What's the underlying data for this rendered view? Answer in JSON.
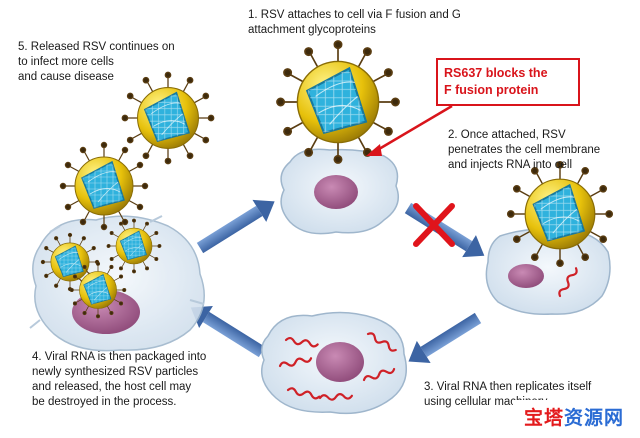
{
  "steps": {
    "step1": "1. RSV attaches to cell via F fusion and G\nattachment glycoproteins",
    "step2": "2. Once attached, RSV\npenetrates the cell membrane\nand injects RNA  into cell",
    "step3": "3. Viral RNA then replicates itself\nusing cellular machinery",
    "step4": "4. Viral RNA is then packaged into\nnewly synthesized RSV particles\nand released, the host cell may\nbe destroyed in the process.",
    "step5": "5. Released RSV continues on\nto infect more cells\nand cause disease"
  },
  "callout": "RS637 blocks the\nF fusion protein",
  "watermark": {
    "part1": "宝塔",
    "part2": "资源网"
  },
  "colors": {
    "arrow": "#4f79b8",
    "block_x": "#e0141b",
    "cell": "#dde9f3",
    "cell_edge": "#9fb6cc",
    "nucleus": "#a25e8c",
    "virus_shell": "#e7c10b",
    "virus_core": "#2fb2dd",
    "rna": "#cf2127"
  },
  "icons": [
    "virus-icon",
    "host-cell-icon",
    "nucleus-icon",
    "rna-strand-icon",
    "cycle-arrow-icon",
    "block-x-icon"
  ]
}
